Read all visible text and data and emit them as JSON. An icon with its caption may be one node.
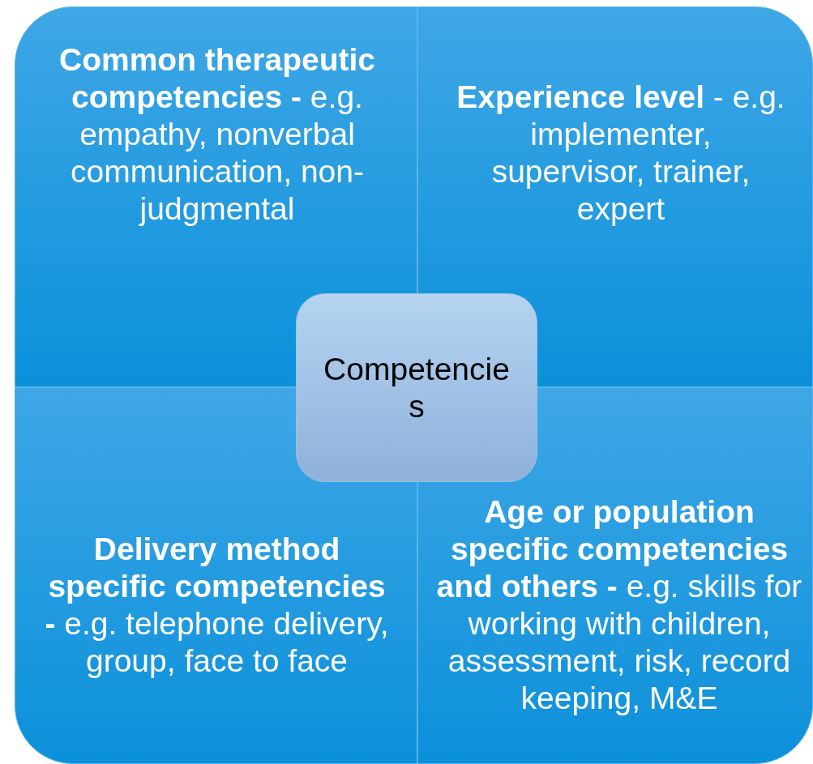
{
  "diagram": {
    "nodes": [
      {
        "text": [
          "**Common therapeutic competencies -** e.g. empathy, nonverbal communication, non-judgmental"
        ]
      },
      {
        "text": [
          "**Experience level** - e.g. implementer, supervisor, trainer, expert"
        ]
      },
      {
        "text": [
          "Competencies"
        ]
      },
      {
        "text": [
          "**Delivery method specific competencies -** e.g. telephone delivery, group, face to face"
        ]
      },
      {
        "text": [
          "**Age or population specific competencies and others -** e.g. skills for working with children, assessment, risk, record keeping, M&E"
        ]
      }
    ]
  }
}
